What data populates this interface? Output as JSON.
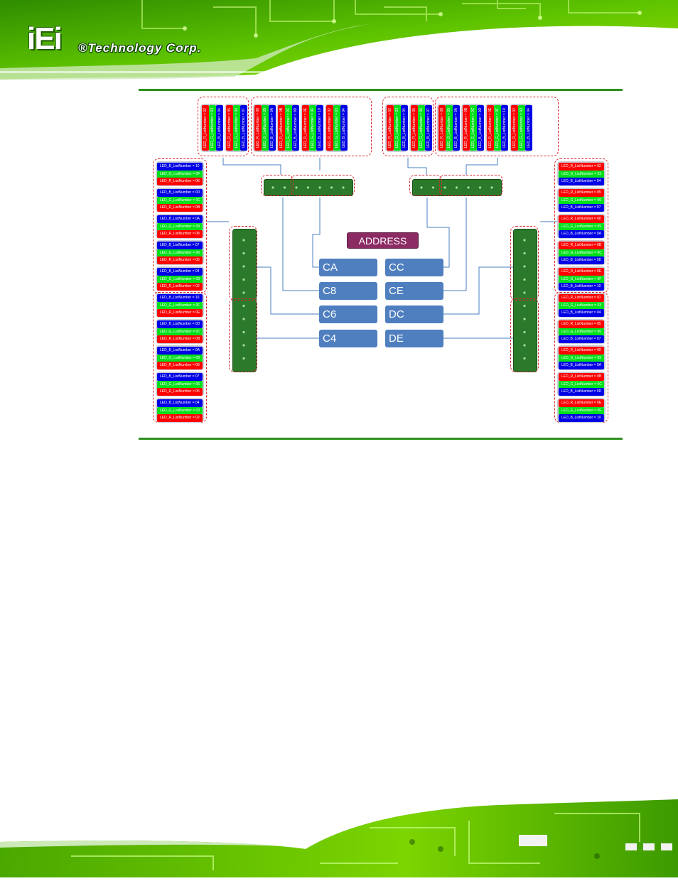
{
  "header": {
    "logo_mark": "iEi",
    "company": "®Technology Corp."
  },
  "diagram": {
    "address_label": "ADDRESS",
    "addresses_left": [
      "CA",
      "C8",
      "C6",
      "C4"
    ],
    "addresses_right": [
      "CC",
      "CE",
      "DC",
      "DE"
    ]
  },
  "colors": {
    "brand_green": "#2f8f1f",
    "led_red": "#ff0000",
    "led_green": "#00e01a",
    "led_blue": "#0000e6",
    "address_box": "#4f7fbf",
    "address_title": "#8b2a63"
  },
  "left_groups": [
    [
      "LED_B_ListNumber = 10",
      "LED_G_ListNumber = 0F",
      "LED_R_ListNumber = 0E"
    ],
    [
      "LED_B_ListNumber = 0D",
      "LED_G_ListNumber = 0C",
      "LED_R_ListNumber = 0B"
    ],
    [
      "LED_B_ListNumber = 0A",
      "LED_G_ListNumber = 09",
      "LED_R_ListNumber = 08"
    ],
    [
      "LED_B_ListNumber = 07",
      "LED_G_ListNumber = 06",
      "LED_R_ListNumber = 05"
    ],
    [
      "LED_B_ListNumber = 04",
      "LED_G_ListNumber = 03",
      "LED_R_ListNumber = 02"
    ],
    [
      "LED_B_ListNumber = 10",
      "LED_G_ListNumber = 0F",
      "LED_R_ListNumber = 0E"
    ],
    [
      "LED_B_ListNumber = 0D",
      "LED_G_ListNumber = 0C",
      "LED_R_ListNumber = 0B"
    ],
    [
      "LED_B_ListNumber = 0A",
      "LED_G_ListNumber = 09",
      "LED_R_ListNumber = 08"
    ],
    [
      "LED_B_ListNumber = 07",
      "LED_G_ListNumber = 06",
      "LED_R_ListNumber = 05"
    ],
    [
      "LED_B_ListNumber = 04",
      "LED_G_ListNumber = 03",
      "LED_R_ListNumber = 02"
    ]
  ],
  "right_groups": [
    [
      "LED_R_ListNumber = 02",
      "LED_G_ListNumber = 03",
      "LED_B_ListNumber = 04"
    ],
    [
      "LED_R_ListNumber = 05",
      "LED_G_ListNumber = 06",
      "LED_B_ListNumber = 07"
    ],
    [
      "LED_R_ListNumber = 08",
      "LED_G_ListNumber = 09",
      "LED_B_ListNumber = 0A"
    ],
    [
      "LED_R_ListNumber = 0B",
      "LED_G_ListNumber = 0C",
      "LED_B_ListNumber = 0D"
    ],
    [
      "LED_R_ListNumber = 0E",
      "LED_G_ListNumber = 0F",
      "LED_B_ListNumber = 10"
    ],
    [
      "LED_R_ListNumber = 02",
      "LED_G_ListNumber = 03",
      "LED_B_ListNumber = 04"
    ],
    [
      "LED_R_ListNumber = 05",
      "LED_G_ListNumber = 06",
      "LED_B_ListNumber = 07"
    ],
    [
      "LED_R_ListNumber = 08",
      "LED_G_ListNumber = 09",
      "LED_B_ListNumber = 0A"
    ],
    [
      "LED_R_ListNumber = 0B",
      "LED_G_ListNumber = 0C",
      "LED_B_ListNumber = 0D"
    ],
    [
      "LED_R_ListNumber = 0E",
      "LED_G_ListNumber = 0F",
      "LED_B_ListNumber = 10"
    ]
  ],
  "top_left_groups": [
    [
      "LED_R_ListNumber = 02",
      "LED_G_ListNumber = 03",
      "LED_B_ListNumber = 04"
    ],
    [
      "LED_R_ListNumber = 05",
      "LED_G_ListNumber = 06",
      "LED_B_ListNumber = 07"
    ],
    [
      "LED_R_ListNumber = 08",
      "LED_G_ListNumber = 09",
      "LED_B_ListNumber = 0A"
    ],
    [
      "LED_R_ListNumber = 0B",
      "LED_G_ListNumber = 0C",
      "LED_B_ListNumber = 0D"
    ],
    [
      "LED_R_ListNumber = 0E",
      "LED_G_ListNumber = 0F",
      "LED_B_ListNumber = 10"
    ],
    [
      "LED_R_ListNumber = 02",
      "LED_G_ListNumber = 03",
      "LED_B_ListNumber = 04"
    ]
  ],
  "top_right_groups": [
    [
      "LED_R_ListNumber = 02",
      "LED_G_ListNumber = 03",
      "LED_B_ListNumber = 04"
    ],
    [
      "LED_R_ListNumber = 05",
      "LED_G_ListNumber = 06",
      "LED_B_ListNumber = 07"
    ],
    [
      "LED_R_ListNumber = 08",
      "LED_G_ListNumber = 09",
      "LED_B_ListNumber = 0A"
    ],
    [
      "LED_R_ListNumber = 0B",
      "LED_G_ListNumber = 0C",
      "LED_B_ListNumber = 0D"
    ],
    [
      "LED_R_ListNumber = 0E",
      "LED_G_ListNumber = 0F",
      "LED_B_ListNumber = 10"
    ],
    [
      "LED_R_ListNumber = 02",
      "LED_G_ListNumber = 03",
      "LED_B_ListNumber = 04"
    ]
  ]
}
